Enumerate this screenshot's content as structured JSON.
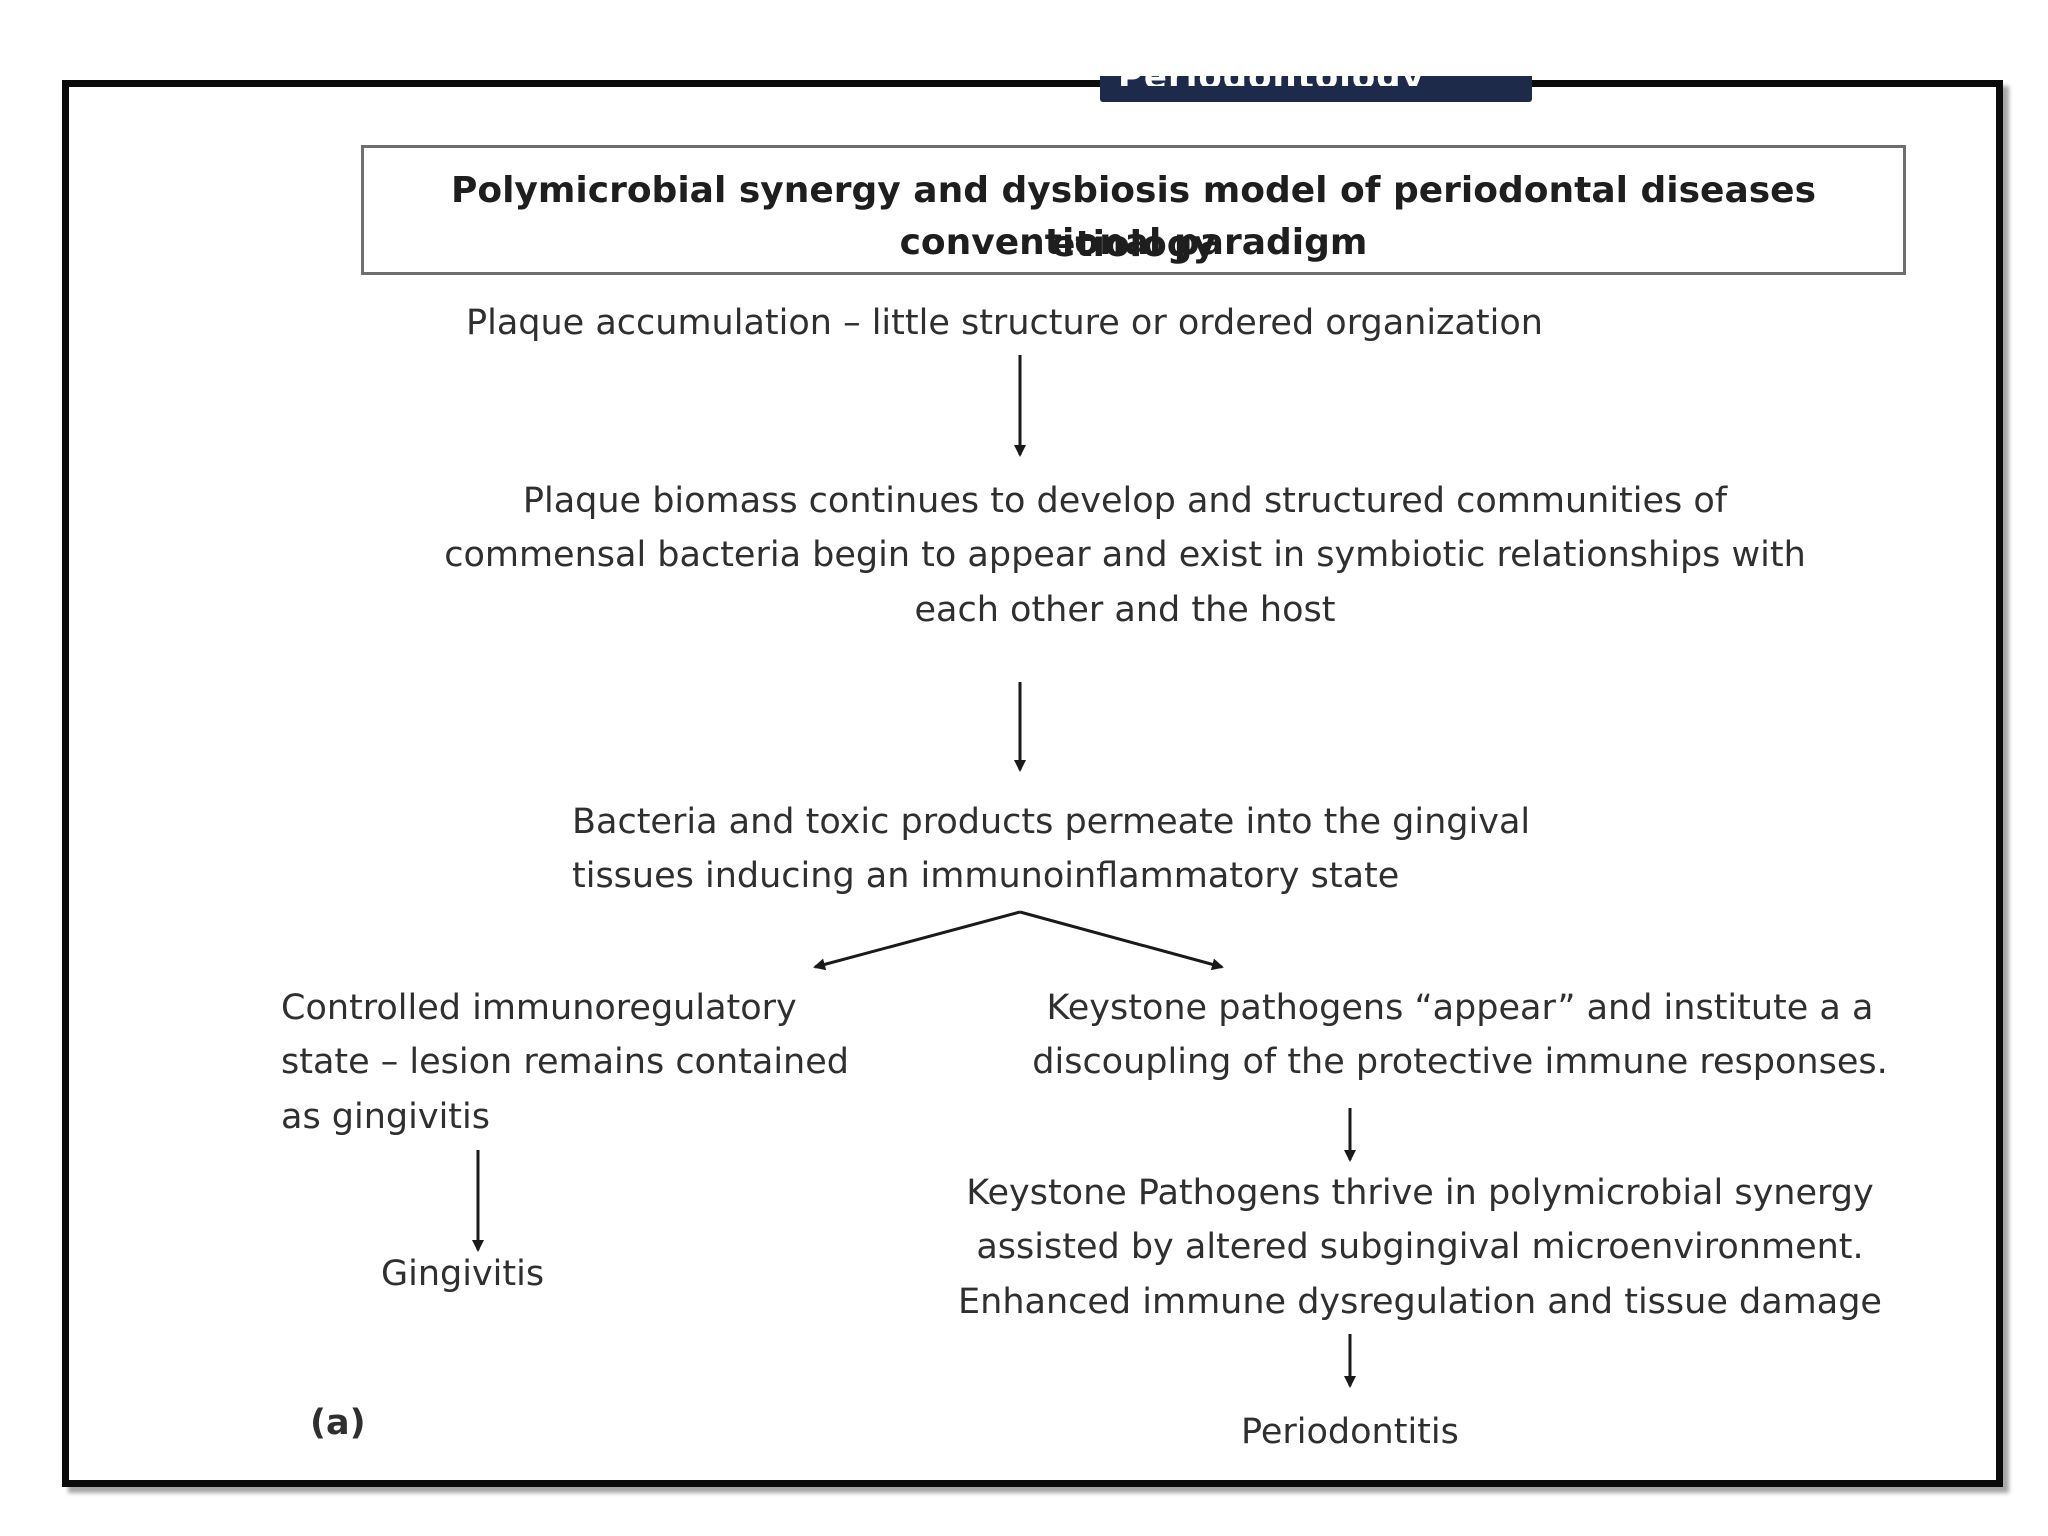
{
  "header": {
    "banner_text": "Periodontology"
  },
  "title": {
    "line1": "Polymicrobial synergy and dysbiosis model of periodontal diseases etiology",
    "line2": "conventional paradigm"
  },
  "nodes": {
    "plaque_accumulation": "Plaque accumulation – little structure or ordered organization",
    "plaque_biomass": {
      "line1": "Plaque biomass continues to develop and structured communities of",
      "line2": "commensal bacteria begin to appear and exist in symbiotic relationships with",
      "line3": "each other and the host"
    },
    "bacteria_permeate": {
      "line1": "Bacteria and toxic products permeate into the gingival",
      "line2": "tissues inducing an immunoinflammatory state"
    },
    "controlled_state": {
      "line1": "Controlled immunoregulatory",
      "line2": "state – lesion remains contained",
      "line3": "as gingivitis"
    },
    "gingivitis": "Gingivitis",
    "keystone_appear": {
      "line1": "Keystone pathogens “appear” and institute a a",
      "line2": "discoupling of the protective immune responses."
    },
    "keystone_thrive": {
      "line1": "Keystone Pathogens thrive in polymicrobial synergy",
      "line2": "assisted by altered subgingival microenvironment.",
      "line3": "Enhanced immune dysregulation and tissue damage"
    },
    "periodontitis": "Periodontitis"
  },
  "panel_label": "(a)",
  "colors": {
    "frame": "#0b0b0b",
    "banner": "#1d2a4a",
    "text": "#2f2f2f",
    "arrow": "#1a1a1a"
  }
}
